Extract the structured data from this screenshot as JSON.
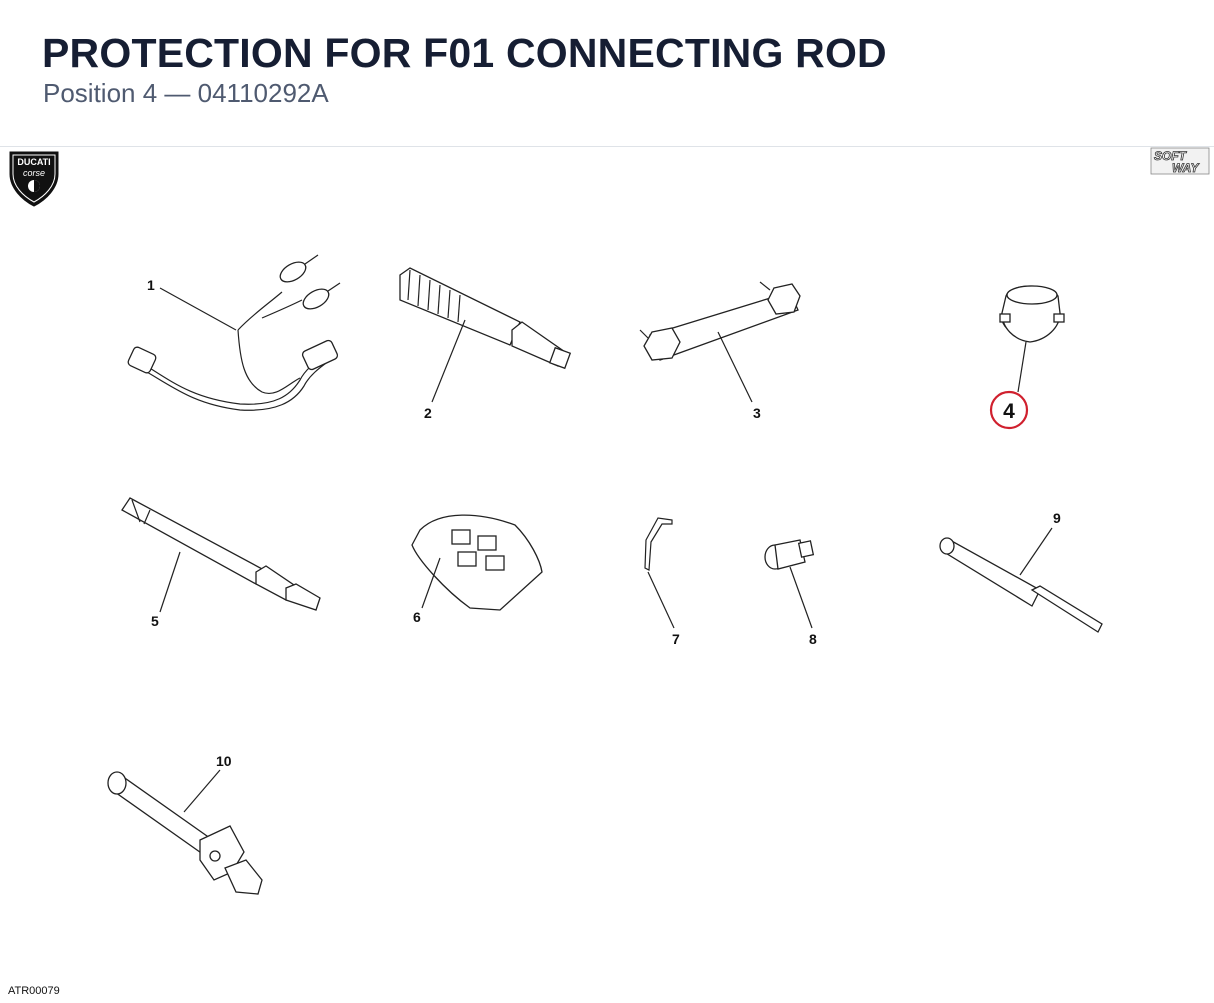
{
  "header": {
    "title": "PROTECTION FOR F01 CONNECTING ROD",
    "subtitle": "Position 4 — 04110292A"
  },
  "logos": {
    "left_logo_text_line1": "DUCATI",
    "left_logo_text_line2": "corse",
    "right_logo_text_line1": "SOFT",
    "right_logo_text_line2": "WAY"
  },
  "diagram": {
    "highlighted_position": "4",
    "highlight_color": "#d0202e",
    "callouts": [
      "1",
      "2",
      "3",
      "4",
      "5",
      "6",
      "7",
      "8",
      "9",
      "10"
    ]
  },
  "footer": {
    "drawing_code": "ATR00079"
  }
}
